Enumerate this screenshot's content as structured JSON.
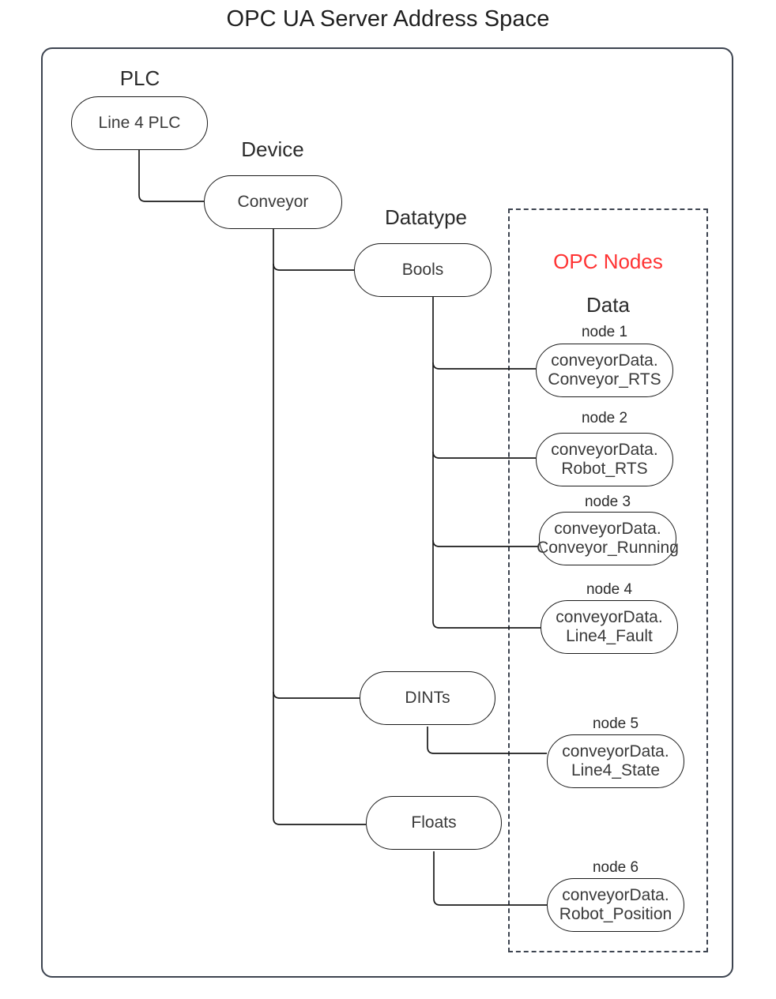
{
  "title": "OPC UA Server Address Space",
  "colors": {
    "frame": "#3d4450",
    "node_border": "#1a1a1a",
    "text": "#3a3a3a",
    "label": "#2b2b2b",
    "accent_red": "#ff3333"
  },
  "group_labels": {
    "plc": "PLC",
    "device": "Device",
    "datatype": "Datatype",
    "opc_nodes": "OPC Nodes",
    "data": "Data"
  },
  "tree": {
    "plc_node": "Line 4 PLC",
    "device_node": "Conveyor",
    "datatypes": [
      {
        "name": "Bools"
      },
      {
        "name": "DINTs"
      },
      {
        "name": "Floats"
      }
    ]
  },
  "opc_nodes": [
    {
      "caption": "node 1",
      "line1": "conveyorData.",
      "line2": "Conveyor_RTS",
      "parent": "Bools"
    },
    {
      "caption": "node 2",
      "line1": "conveyorData.",
      "line2": "Robot_RTS",
      "parent": "Bools"
    },
    {
      "caption": "node 3",
      "line1": "conveyorData.",
      "line2": "Conveyor_Running",
      "parent": "Bools"
    },
    {
      "caption": "node 4",
      "line1": "conveyorData.",
      "line2": "Line4_Fault",
      "parent": "Bools"
    },
    {
      "caption": "node 5",
      "line1": "conveyorData.",
      "line2": "Line4_State",
      "parent": "DINTs"
    },
    {
      "caption": "node 6",
      "line1": "conveyorData.",
      "line2": "Robot_Position",
      "parent": "Floats"
    }
  ]
}
